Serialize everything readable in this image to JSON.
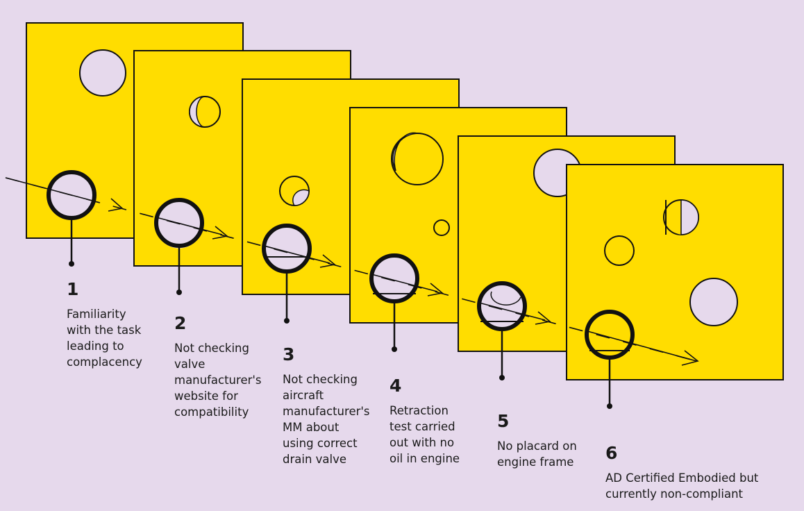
{
  "colors": {
    "background": "#e6d9ec",
    "slice_fill": "#ffdd00",
    "hole_fill": "#e6d9ec",
    "outline": "#111111"
  },
  "layers": [
    {
      "number": "1",
      "lines": [
        "Familiarity",
        "with the task",
        "leading to",
        "complacency"
      ]
    },
    {
      "number": "2",
      "lines": [
        "Not checking",
        "valve",
        "manufacturer's",
        "website for",
        "compatibility"
      ]
    },
    {
      "number": "3",
      "lines": [
        "Not checking",
        "aircraft",
        "manufacturer's",
        "MM about",
        "using correct",
        "drain valve"
      ]
    },
    {
      "number": "4",
      "lines": [
        "Retraction",
        "test carried",
        "out with no",
        "oil in engine"
      ]
    },
    {
      "number": "5",
      "lines": [
        "No placard on",
        "engine frame"
      ]
    },
    {
      "number": "6",
      "lines": [
        "AD Certified Embodied but",
        "currently non-compliant"
      ]
    }
  ]
}
